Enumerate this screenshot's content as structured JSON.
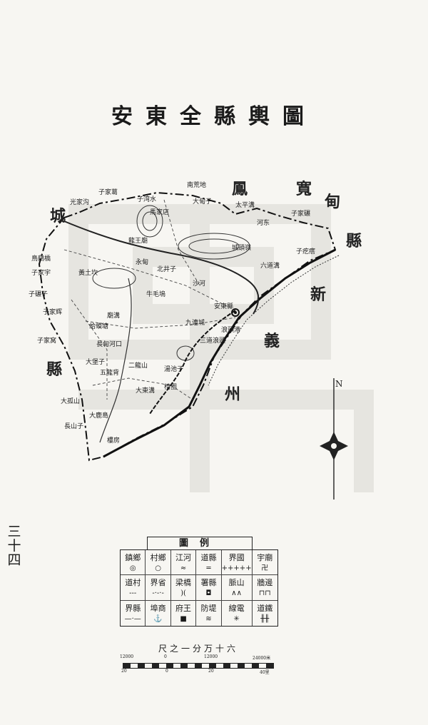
{
  "title": "安東全縣輿圖",
  "page_number": "三十四",
  "map": {
    "region_labels": [
      "寬",
      "甸",
      "縣",
      "新",
      "義",
      "州",
      "縣",
      "城",
      "鳳"
    ],
    "places": [
      "南荒地",
      "子家碾",
      "子疙瘩",
      "河东",
      "大甸子",
      "子家葛",
      "子湾水",
      "光家沟",
      "鳥鷄橋",
      "子家宇",
      "子碾子",
      "子家辉",
      "子家窝",
      "大堡子",
      "城頭嶺",
      "安東縣",
      "九連城",
      "蛤蟆塘",
      "黃土坎",
      "五龍背",
      "大東溝",
      "湯池子",
      "大孤山",
      "長甸河口",
      "沙河",
      "三道浪頭",
      "廟溝",
      "牛毛塢",
      "永甸",
      "長山子",
      "大鹿島",
      "北井子",
      "龍王廟",
      "椅圈",
      "馬家店",
      "六道溝",
      "浪頭港",
      "二龍山",
      "樓房",
      "太平溝"
    ],
    "compass_north": "N"
  },
  "legend": {
    "title": "圖例",
    "items": [
      {
        "label": "鎮鄉",
        "symbol": "◎"
      },
      {
        "label": "村鄉",
        "symbol": "○"
      },
      {
        "label": "江河",
        "symbol": "≈"
      },
      {
        "label": "道縣",
        "symbol": "═"
      },
      {
        "label": "界國",
        "symbol": "+++++"
      },
      {
        "label": "宇廟",
        "symbol": "卍"
      },
      {
        "label": "道村",
        "symbol": "---"
      },
      {
        "label": "界省",
        "symbol": "-·-·-"
      },
      {
        "label": "梁橋",
        "symbol": ")("
      },
      {
        "label": "署縣",
        "symbol": "◘"
      },
      {
        "label": "脈山",
        "symbol": "∧∧"
      },
      {
        "label": "牆邊",
        "symbol": "⊓⊓"
      },
      {
        "label": "界縣",
        "symbol": "—·—"
      },
      {
        "label": "埠商",
        "symbol": "⚓"
      },
      {
        "label": "府王",
        "symbol": "■"
      },
      {
        "label": "防堤",
        "symbol": "≋"
      },
      {
        "label": "線電",
        "symbol": "✳"
      },
      {
        "label": "道鐵",
        "symbol": "╫╫"
      }
    ]
  },
  "scale": {
    "title": "尺之一分万十六",
    "top_numbers": [
      "12000",
      "0",
      "12000",
      "24000米"
    ],
    "bottom_numbers": [
      "20",
      "0",
      "20",
      "40里"
    ]
  }
}
